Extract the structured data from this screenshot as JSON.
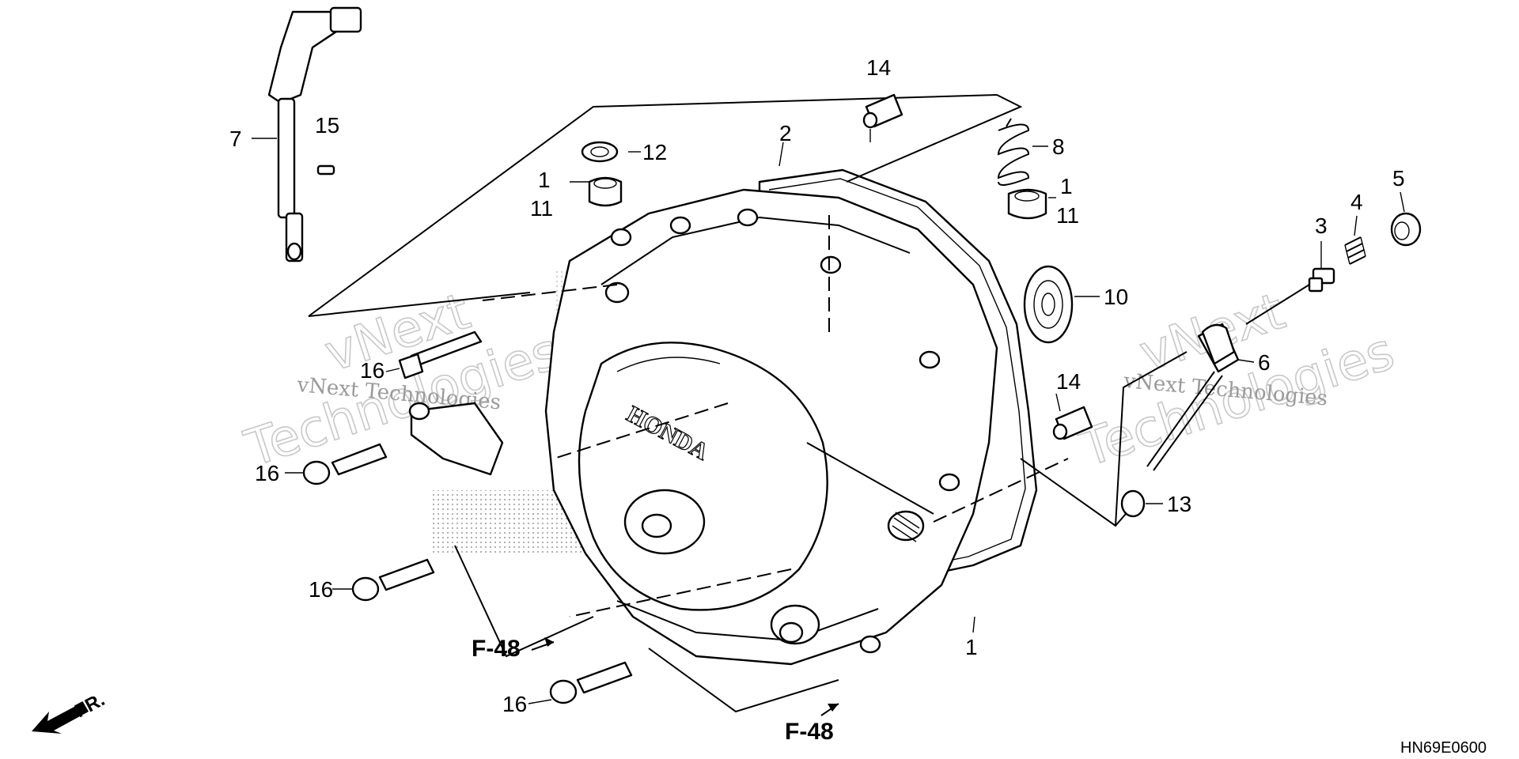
{
  "callouts": {
    "n7": "7",
    "n15": "15",
    "n1a": "1",
    "n11a": "11",
    "n12": "12",
    "n14a": "14",
    "n2": "2",
    "n8": "8",
    "n1b": "1",
    "n11b": "11",
    "n10": "10",
    "n5": "5",
    "n4": "4",
    "n3": "3",
    "n6": "6",
    "n14b": "14",
    "n13": "13",
    "n16a": "16",
    "n16b": "16",
    "n16c": "16",
    "n16d": "16",
    "n1c": "1"
  },
  "references": {
    "ref_left": "F-48",
    "ref_bottom": "F-48"
  },
  "direction_label": "FR.",
  "brand_on_cover": "HONDA",
  "diagram_code": "HN69E0600",
  "watermarks": {
    "left_big": "vNext",
    "left_big2": "Technologies",
    "left_small": "vNext Technologies",
    "right_big": "vNext",
    "right_big2": "Technologies",
    "right_small": "vNext Technologies"
  }
}
